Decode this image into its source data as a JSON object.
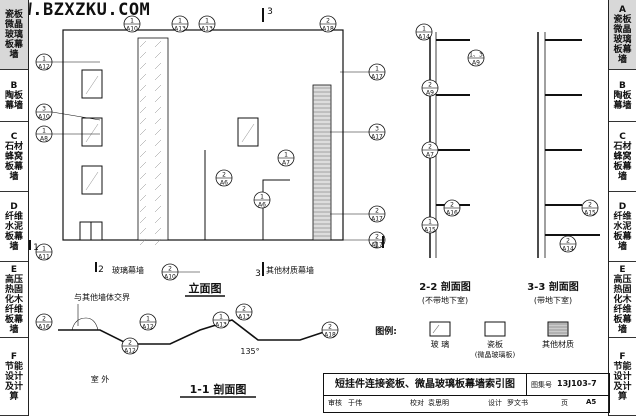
{
  "watermark": "WWW.BZXZKU.COM",
  "left_tabs": [
    {
      "letter": "",
      "label": "瓷板\n微晶\n玻璃\n板幕\n墙",
      "active": true
    },
    {
      "letter": "B",
      "label": "陶板\n幕墙",
      "active": false
    },
    {
      "letter": "C",
      "label": "石材\n蜂窝\n板幕\n墙",
      "active": false
    },
    {
      "letter": "D",
      "label": "纤维\n水泥\n板幕\n墙",
      "active": false
    },
    {
      "letter": "E",
      "label": "高压\n热固\n化木\n纤维\n板幕\n墙",
      "active": false
    },
    {
      "letter": "F",
      "label": "节能\n设计\n及计\n算",
      "active": false
    }
  ],
  "right_tabs": [
    {
      "letter": "A",
      "label": "瓷板\n微晶\n玻璃\n板幕\n墙",
      "active": true
    },
    {
      "letter": "B",
      "label": "陶板\n幕墙",
      "active": false
    },
    {
      "letter": "C",
      "label": "石材\n蜂窝\n板幕\n墙",
      "active": false
    },
    {
      "letter": "D",
      "label": "纤维\n水泥\n板幕\n墙",
      "active": false
    },
    {
      "letter": "E",
      "label": "高压\n热固\n化木\n纤维\n板幕\n墙",
      "active": false
    },
    {
      "letter": "F",
      "label": "节能\n设计\n及计\n算",
      "active": false
    }
  ],
  "elevation": {
    "title": "立面图",
    "callouts_top": [
      {
        "n": "1",
        "s": "A10"
      },
      {
        "n": "1",
        "s": "A13"
      },
      {
        "n": "1",
        "s": "A13"
      },
      {
        "n": "2",
        "s": "A18"
      }
    ],
    "callouts_left": [
      {
        "n": "1",
        "s": "A12"
      },
      {
        "n": "3",
        "s": "A10"
      },
      {
        "n": "1",
        "s": "A8"
      },
      {
        "n": "1",
        "s": "A11"
      }
    ],
    "callouts_right": [
      {
        "n": "1",
        "s": "A17"
      },
      {
        "n": "3",
        "s": "A17"
      },
      {
        "n": "2",
        "s": "A17"
      },
      {
        "n": "2",
        "s": "A17"
      }
    ],
    "callouts_mid": [
      {
        "n": "1",
        "s": "A7"
      },
      {
        "n": "2",
        "s": "A6"
      },
      {
        "n": "1",
        "s": "A6"
      }
    ],
    "callout_bottom": {
      "n": "2",
      "s": "A10"
    },
    "section_marks": [
      "1",
      "1",
      "2",
      "2",
      "3",
      "3"
    ],
    "label_glass": "玻璃幕墙",
    "label_other": "其他材质幕墙"
  },
  "section22": {
    "title": "2-2 剖面图",
    "sub": "(不带地下室)",
    "callouts": [
      {
        "n": "1",
        "s": "A14"
      },
      {
        "n": "2",
        "s": "A9"
      },
      {
        "n": "2",
        "s": "A7"
      },
      {
        "n": "2",
        "s": "A16"
      },
      {
        "n": "1",
        "s": "A15"
      }
    ],
    "mark": {
      "n": "1、3",
      "s": "A9"
    }
  },
  "section33": {
    "title": "3-3 剖面图",
    "sub": "(带地下室)",
    "callouts": [
      {
        "n": "2",
        "s": "A15"
      },
      {
        "n": "2",
        "s": "A14"
      }
    ]
  },
  "section11": {
    "title": "1-1 剖面图",
    "note": "与其他墙体交界",
    "outside": "室 外",
    "angle": "135°",
    "callouts": [
      {
        "n": "2",
        "s": "A16"
      },
      {
        "n": "1",
        "s": "A12"
      },
      {
        "n": "2",
        "s": "A12"
      },
      {
        "n": "1",
        "s": "A13"
      },
      {
        "n": "2",
        "s": "A13"
      },
      {
        "n": "2",
        "s": "A18"
      }
    ]
  },
  "legend": {
    "title": "图例:",
    "items": [
      {
        "name": "玻 璃"
      },
      {
        "name": "瓷板",
        "sub": "(微晶玻璃板)"
      },
      {
        "name": "其他材质"
      }
    ]
  },
  "titleblock": {
    "title": "短挂件连接瓷板、微晶玻璃板幕墙索引图",
    "atlas_label": "图集号",
    "atlas_no": "13J103-7",
    "page_label": "页",
    "page_no": "A5",
    "r2": [
      "审核",
      "于伟",
      "校对",
      "袁思明",
      "设计",
      "罗文书"
    ]
  }
}
